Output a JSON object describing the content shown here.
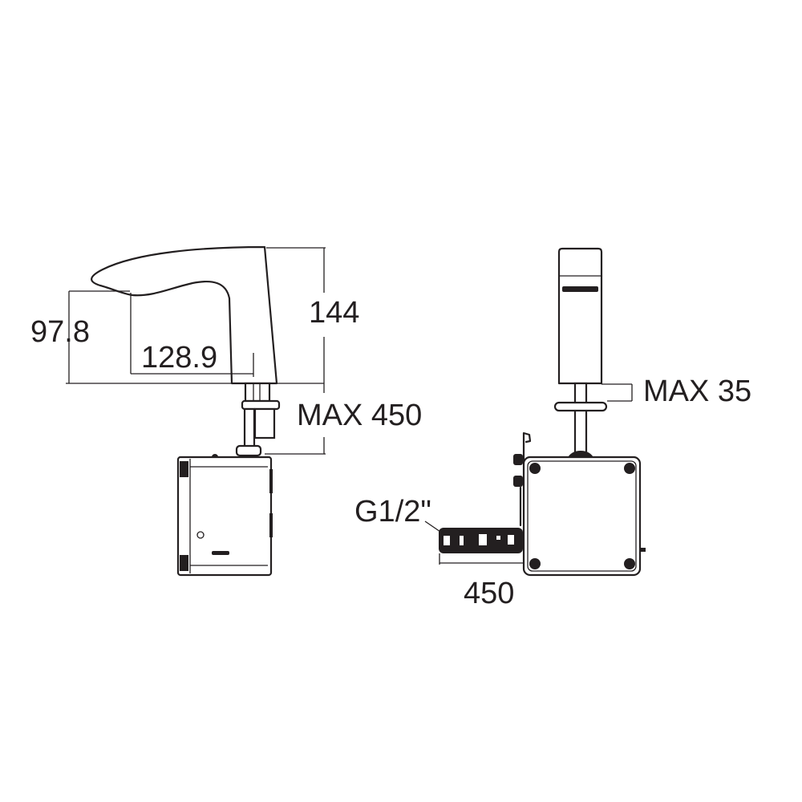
{
  "drawing": {
    "side_view": {
      "dim_spout_height": "97.8",
      "dim_spout_reach": "128.9",
      "dim_total_height": "144",
      "dim_hose_length": "MAX 450"
    },
    "front_view": {
      "dim_deck_thickness": "MAX 35",
      "dim_connection_thread": "G1/2\"",
      "dim_inlet_hose_length": "450"
    }
  }
}
